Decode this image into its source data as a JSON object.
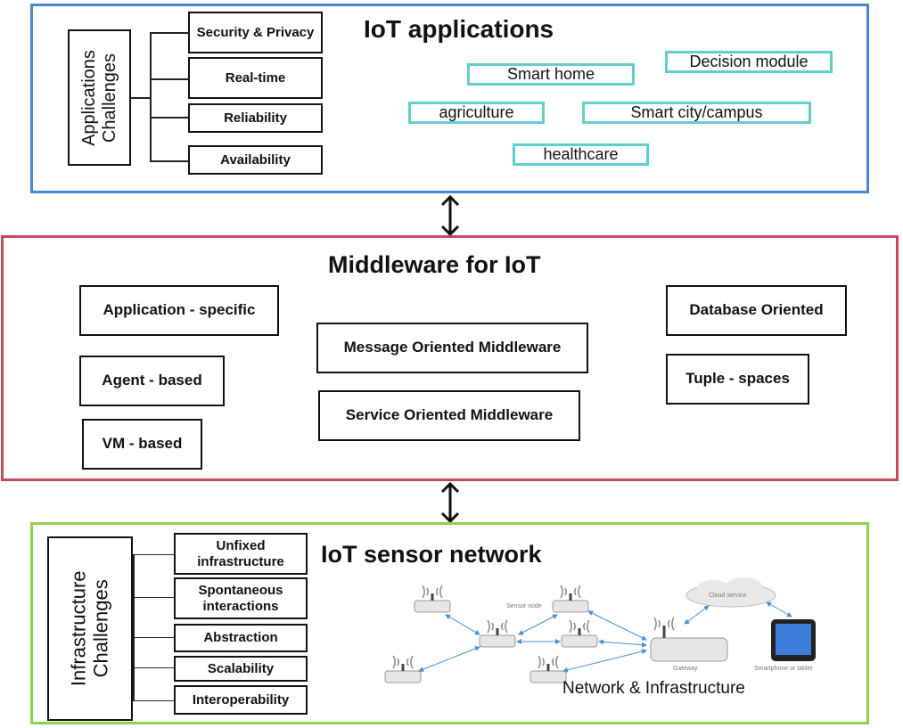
{
  "top": {
    "title": "IoT applications",
    "challenges_label": [
      "Applications",
      "Challenges"
    ],
    "challenges": [
      "Security & Privacy",
      "Real-time",
      "Reliability",
      "Availability"
    ],
    "applications": [
      "Smart home",
      "Decision module",
      "agriculture",
      "Smart city/campus",
      "healthcare"
    ]
  },
  "middle": {
    "title": "Middleware for IoT",
    "types": {
      "app_specific": "Application - specific",
      "agent_based": "Agent - based",
      "vm_based": "VM - based",
      "message_oriented": "Message Oriented Middleware",
      "service_oriented": "Service Oriented Middleware",
      "database_oriented": "Database Oriented",
      "tuple_spaces": "Tuple - spaces"
    }
  },
  "bottom": {
    "title": "IoT sensor network",
    "challenges_label": [
      "Infrastructure",
      "Challenges"
    ],
    "challenges": [
      "Unfixed infrastructure",
      "Spontaneous interactions",
      "Abstraction",
      "Scalability",
      "Interoperability"
    ],
    "network": {
      "caption": "Network & Infrastructure",
      "cloud_label": "Cloud service",
      "sensor_node_label": "Sensor node",
      "gateway_label": "Gateway",
      "device_label": "Smartphone or tablet"
    }
  },
  "colors": {
    "top_border": "#4a86d0",
    "middle_border": "#c44a5e",
    "bottom_border": "#8fd14f",
    "app_box_border": "#5fd0cf"
  }
}
